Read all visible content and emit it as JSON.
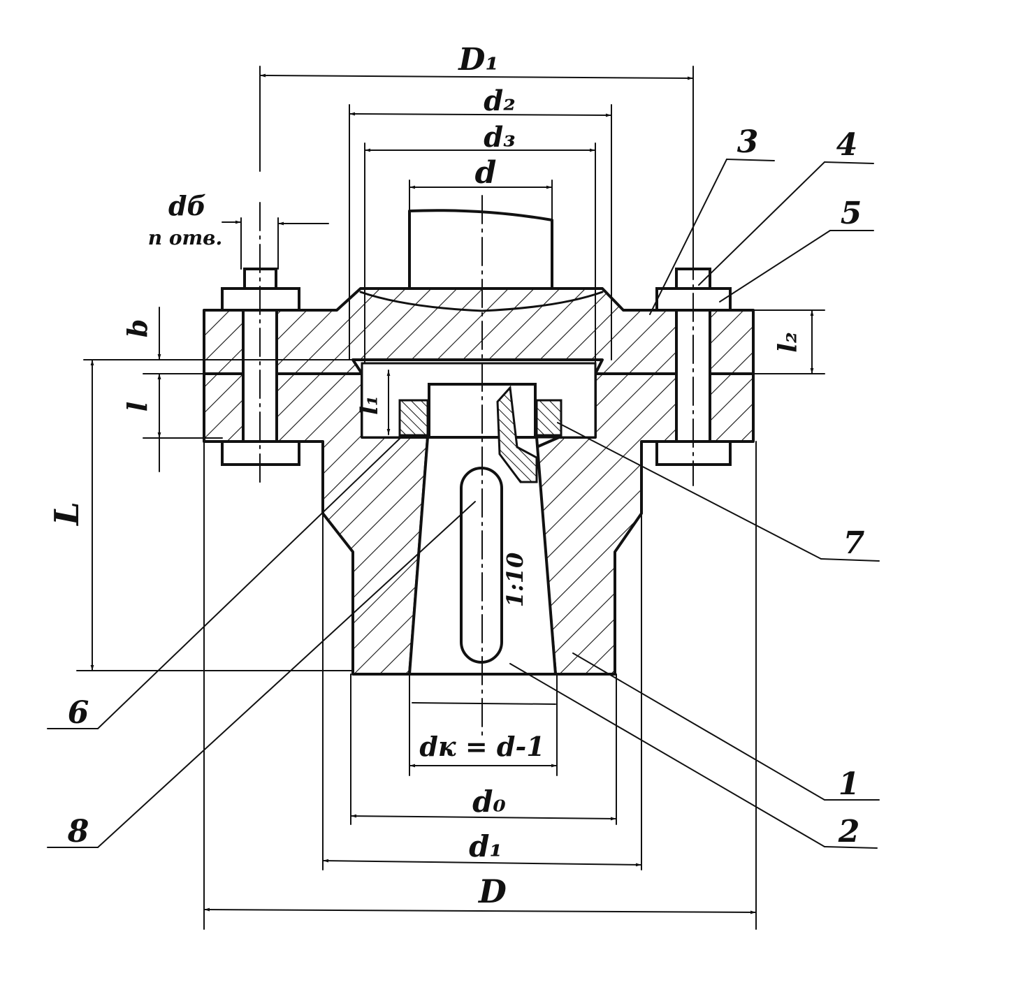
{
  "dimensions": {
    "D1": "D₁",
    "d2": "d₂",
    "d3": "d₃",
    "d": "d",
    "db": "dб",
    "n_holes": "n отв.",
    "b": "b",
    "l": "l",
    "l2": "l₂",
    "L": "L",
    "l1": "l₁",
    "dk": "dк = d-1",
    "d0": "d₀",
    "d1": "d₁",
    "D": "D",
    "taper": "1:10"
  },
  "parts": [
    "1",
    "2",
    "3",
    "4",
    "5",
    "6",
    "7",
    "8"
  ]
}
